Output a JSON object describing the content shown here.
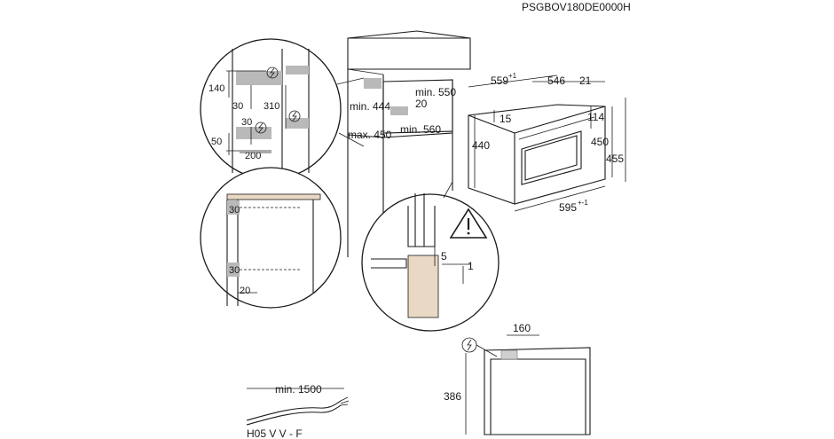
{
  "model_code": "PSGBOV180DE0000H",
  "cable": {
    "length_label": "min. 1500",
    "type_label": "H05 V V - F"
  },
  "detail_top_left": {
    "labels": [
      "140",
      "30",
      "310",
      "30",
      "50",
      "200"
    ]
  },
  "detail_mid_left": {
    "labels": [
      "30",
      "30",
      "20"
    ]
  },
  "detail_bottom": {
    "labels": [
      "5",
      "1"
    ]
  },
  "niche": {
    "min_444": "min. 444",
    "max_450": "max. 450",
    "min_550": "min. 550",
    "min_560": "min. 560",
    "gap_20": "20"
  },
  "oven": {
    "depth_label": "559",
    "depth_tol": "+1",
    "body_depth": "546",
    "front_depth": "21",
    "width_label": "595",
    "width_tol": "+-1",
    "top_15": "15",
    "h_114": "114",
    "h_440": "440",
    "h_450": "450",
    "h_455": "455"
  },
  "side_view": {
    "w_160": "160",
    "h_386": "386"
  },
  "icons": [
    "electrical-connection-icon",
    "warning-triangle-icon"
  ]
}
